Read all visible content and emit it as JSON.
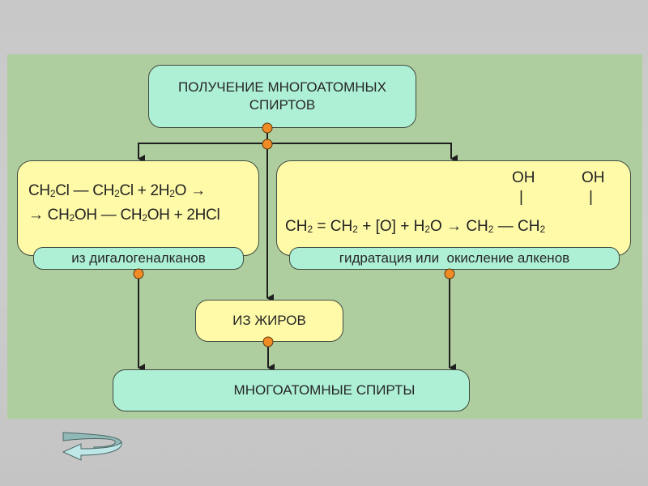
{
  "diagram": {
    "title": {
      "line1": "ПОЛУЧЕНИЕ МНОГОАТОМНЫХ",
      "line2": "СПИРТОВ"
    },
    "method_left": {
      "equation_line1": [
        "CH",
        "2",
        "Cl — CH",
        "2",
        "Cl + 2H",
        "2",
        "O →"
      ],
      "equation_line2": [
        "→ CH",
        "2",
        "OH — CH",
        "2",
        "OH + 2HCl"
      ],
      "caption": "из дигалогеналканов"
    },
    "method_right": {
      "oh_left": "OH",
      "oh_right": "OH",
      "bond": "|",
      "equation": {
        "part1": "CH",
        "sub1": "2",
        "part2": " = CH",
        "sub2": "2",
        "part3": " + [O] + H",
        "sub3": "2",
        "part4": "O → CH",
        "sub4": "2",
        "part5": " — CH",
        "sub5": "2"
      },
      "caption": "гидратация или  окисление алкенов"
    },
    "method_center": {
      "label": "ИЗ ЖИРОВ"
    },
    "result": {
      "label": "МНОГОАТОМНЫЕ СПИРТЫ"
    },
    "colors": {
      "panel": "#afcea0",
      "mint_box": "#aef0d6",
      "yellow_box": "#fffaa8",
      "connector_dot": "#f08a24",
      "line": "#1e1e1e"
    }
  },
  "navigation": {
    "back_icon": "curved-return-arrow"
  }
}
